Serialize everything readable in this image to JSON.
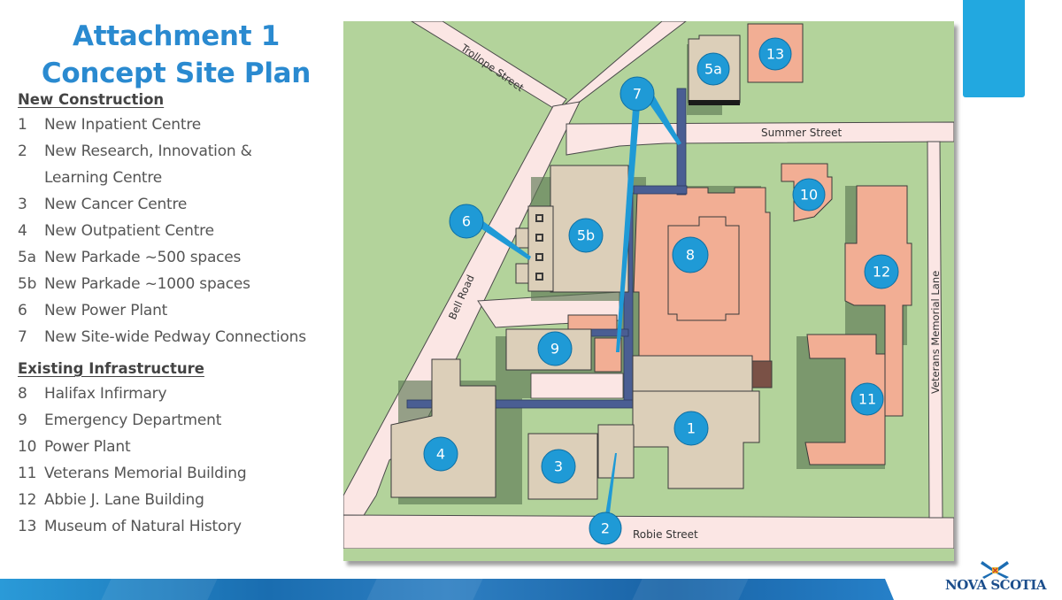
{
  "title": {
    "line1": "Attachment 1",
    "line2": "Concept Site Plan"
  },
  "legend": {
    "new_construction": {
      "heading": "New Construction",
      "items": [
        {
          "num": "1",
          "label": "New Inpatient Centre"
        },
        {
          "num": "2",
          "label": "New Research, Innovation & Learning Centre"
        },
        {
          "num": "3",
          "label": "New Cancer Centre"
        },
        {
          "num": "4",
          "label": "New Outpatient Centre"
        },
        {
          "num": "5a",
          "label": "New Parkade ~500 spaces"
        },
        {
          "num": "5b",
          "label": "New Parkade ~1000 spaces"
        },
        {
          "num": "6",
          "label": "New Power Plant"
        },
        {
          "num": "7",
          "label": "New Site-wide Pedway Connections"
        }
      ]
    },
    "existing_infrastructure": {
      "heading": "Existing Infrastructure",
      "items": [
        {
          "num": "8",
          "label": "Halifax Infirmary"
        },
        {
          "num": "9",
          "label": "Emergency Department"
        },
        {
          "num": "10",
          "label": "Power Plant"
        },
        {
          "num": "11",
          "label": "Veterans Memorial Building"
        },
        {
          "num": "12",
          "label": "Abbie J. Lane Building"
        },
        {
          "num": "13",
          "label": "Museum of Natural History"
        }
      ]
    }
  },
  "map": {
    "streets": {
      "trollope": "Trollope Street",
      "summer": "Summer Street",
      "bell": "Bell Road",
      "veterans": "Veterans Memorial Lane",
      "robie": "Robie Street"
    },
    "markers": [
      "1",
      "2",
      "3",
      "4",
      "5a",
      "5b",
      "6",
      "7",
      "8",
      "9",
      "10",
      "11",
      "12",
      "13"
    ]
  },
  "colors": {
    "title_blue": "#2a8ad0",
    "marker_blue": "#1f9ad6",
    "grass": "#b3d39b",
    "road": "#fbe6e4",
    "new_building": "#dccfb9",
    "existing_building": "#f2ae94",
    "pedway": "#4a5e93",
    "accent": "#22a8e0"
  },
  "footer": {
    "logo_text": "NOVA SCOTIA"
  }
}
